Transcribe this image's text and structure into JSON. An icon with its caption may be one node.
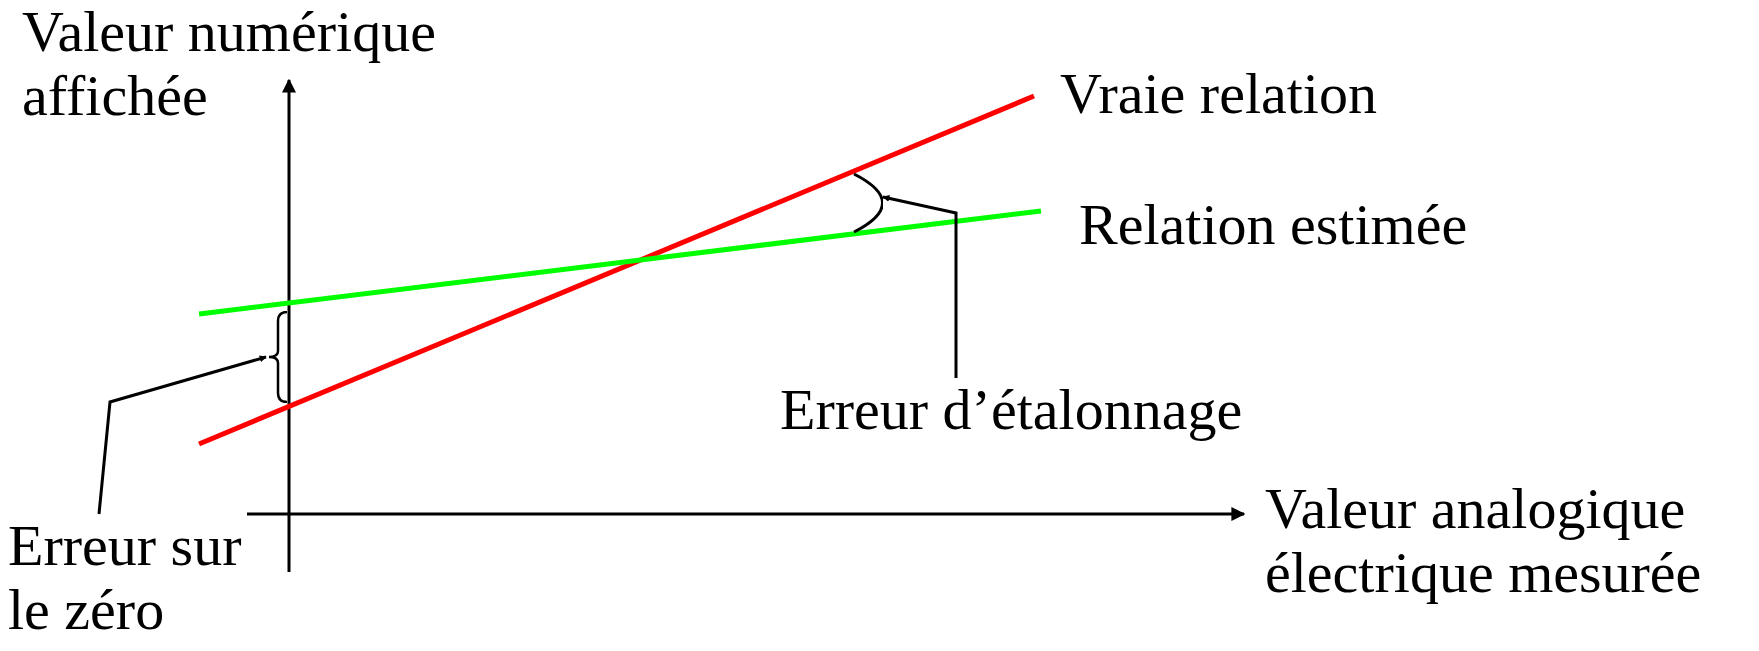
{
  "diagram": {
    "nodes": [
      {
        "text": [
          "Erreur d’étalonnage"
        ]
      },
      {
        "text": [],
        "shape": "arc"
      },
      {
        "text": [
          "Erreur sur le zéro"
        ]
      },
      {
        "text": [],
        "shape": "brace"
      }
    ],
    "edges": [
      {
        "from": 0,
        "to": 1,
        "arrow": "to"
      },
      {
        "from": 2,
        "to": 3,
        "arrow": "to"
      }
    ],
    "labels": [
      "Valeur numérique affichée",
      "Vraie relation",
      "Relation estimée",
      "Valeur analogique électrique mesurée"
    ]
  }
}
